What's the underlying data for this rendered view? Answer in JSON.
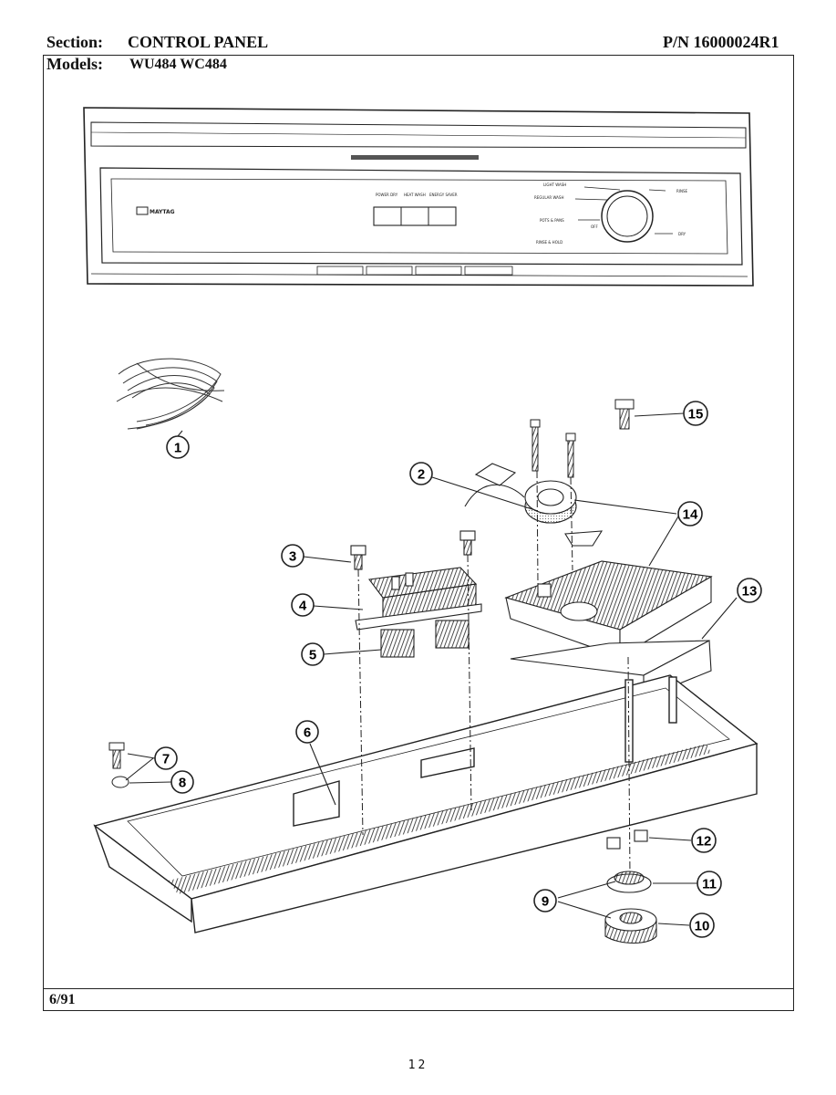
{
  "header": {
    "section_label": "Section:",
    "section_value": "CONTROL PANEL",
    "part_number": "P/N 16000024R1",
    "models_label": "Models:",
    "models_value": "WU484  WC484"
  },
  "footer": {
    "date": "6/91",
    "page_number": "12"
  },
  "panel": {
    "brand": "MAYTAG",
    "cycle_labels": [
      "LIGHT WASH",
      "REGULAR WASH",
      "POTS & PANS",
      "RINSE & HOLD"
    ],
    "right_labels": [
      "RINSE",
      "DRY"
    ],
    "button_labels": [
      "POWER DRY",
      "HEAT WASH",
      "ENERGY SAVER"
    ],
    "off_label": "OFF"
  },
  "callouts": [
    "1",
    "2",
    "3",
    "4",
    "5",
    "6",
    "7",
    "8",
    "9",
    "10",
    "11",
    "12",
    "13",
    "14",
    "15"
  ]
}
